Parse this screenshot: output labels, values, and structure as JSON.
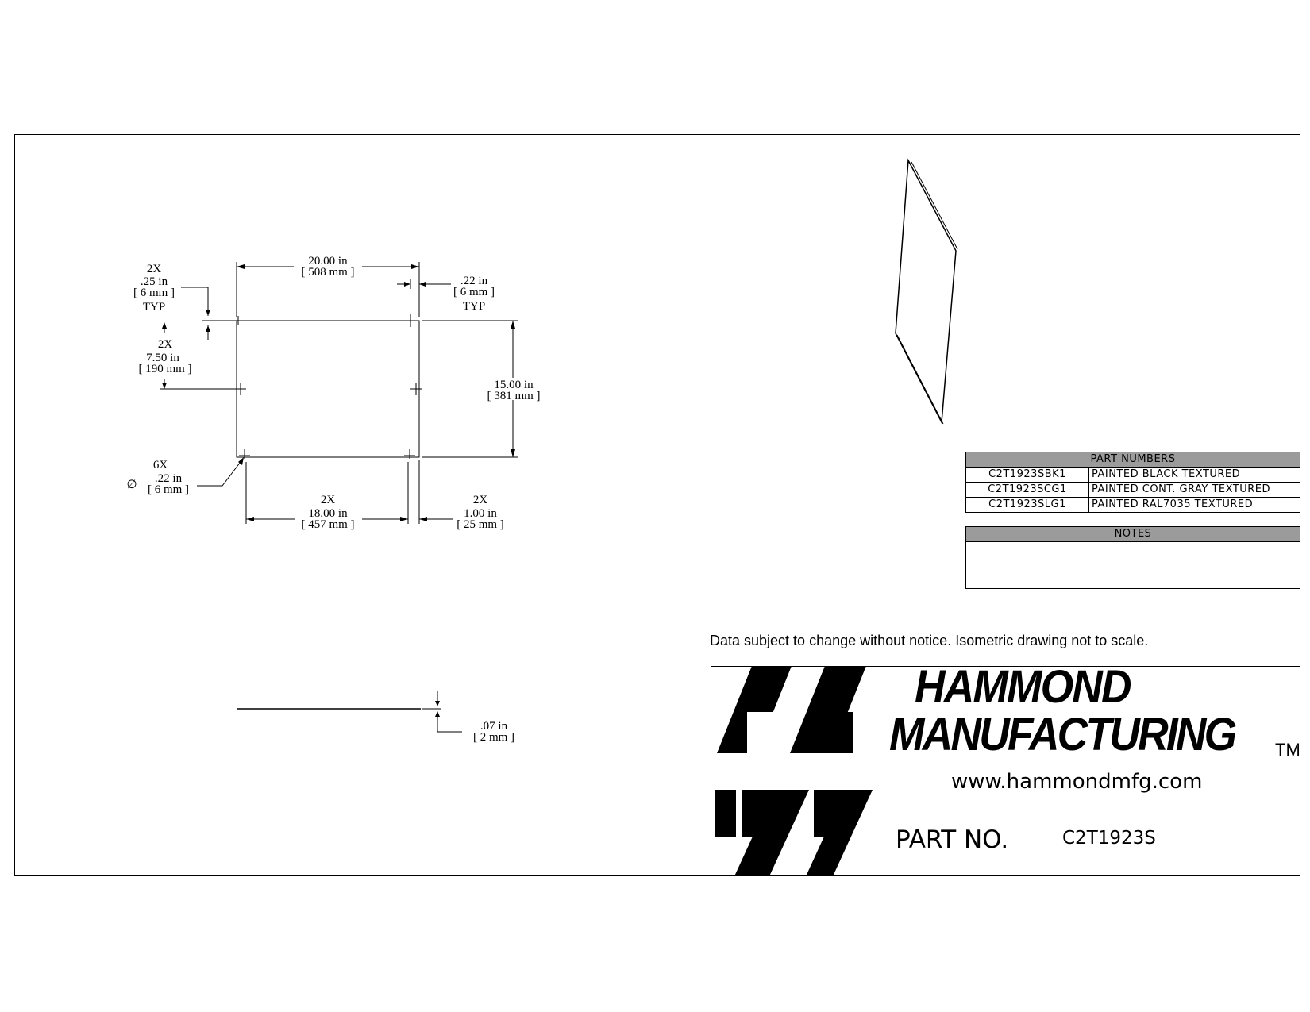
{
  "dimensions": {
    "top_width": {
      "count": "",
      "inch": "20.00 in",
      "mm": "[ 508 mm ]"
    },
    "hole_offset_left": {
      "count": "2X",
      "inch": ".25 in",
      "mm": "[ 6 mm ]",
      "suffix": "TYP"
    },
    "hole_offset_right": {
      "inch": ".22 in",
      "mm": "[ 6 mm ]",
      "suffix": "TYP"
    },
    "half_height": {
      "count": "2X",
      "inch": "7.50 in",
      "mm": "[ 190 mm ]"
    },
    "height": {
      "inch": "15.00 in",
      "mm": "[ 381 mm ]"
    },
    "hole_diameter": {
      "count": "6X",
      "symbol": "∅",
      "inch": ".22 in",
      "mm": "[ 6 mm ]"
    },
    "hole_spacing": {
      "count": "2X",
      "inch": "18.00 in",
      "mm": "[ 457 mm ]"
    },
    "edge_offset": {
      "count": "2X",
      "inch": "1.00 in",
      "mm": "[ 25 mm ]"
    },
    "thickness": {
      "inch": ".07 in",
      "mm": "[ 2 mm ]"
    }
  },
  "part_numbers": {
    "header": "PART NUMBERS",
    "rows": [
      {
        "code": "C2T1923SBK1",
        "desc": "PAINTED BLACK TEXTURED"
      },
      {
        "code": "C2T1923SCG1",
        "desc": "PAINTED CONT. GRAY TEXTURED"
      },
      {
        "code": "C2T1923SLG1",
        "desc": "PAINTED RAL7035 TEXTURED"
      }
    ]
  },
  "notes": {
    "header": "NOTES",
    "body": ""
  },
  "disclaimer": "Data subject to change without notice. Isometric drawing not to scale.",
  "title_block": {
    "brand_line1": "HAMMOND",
    "brand_line2": "MANUFACTURING",
    "trademark": "TM",
    "url": "www.hammondmfg.com",
    "part_no_label": "PART NO.",
    "part_no_value": "C2T1923S"
  }
}
